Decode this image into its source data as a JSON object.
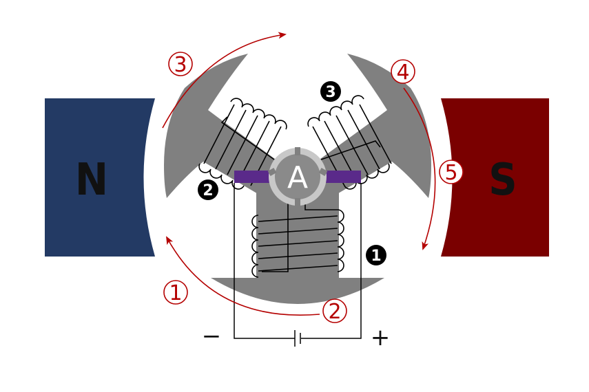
{
  "magnets": {
    "north": {
      "label": "N",
      "color": "#233a64"
    },
    "south": {
      "label": "S",
      "color": "#7a0000"
    }
  },
  "rotor": {
    "color": "#7b7b7b",
    "arm_color": "#808080"
  },
  "commutator": {
    "color": "#5a2a8a",
    "ring_color": "#c8c8c8"
  },
  "ammeter": {
    "label": "A"
  },
  "coils": [
    {
      "id": "coil-1",
      "label": "1"
    },
    {
      "id": "coil-2",
      "label": "2"
    },
    {
      "id": "coil-3",
      "label": "3"
    }
  ],
  "rotation_steps": [
    {
      "id": "step-1",
      "label": "1"
    },
    {
      "id": "step-2",
      "label": "2"
    },
    {
      "id": "step-3",
      "label": "3"
    },
    {
      "id": "step-4",
      "label": "4"
    },
    {
      "id": "step-5",
      "label": "5"
    }
  ],
  "battery": {
    "minus_label": "−",
    "plus_label": "+"
  },
  "arrow_color": "#b40000"
}
